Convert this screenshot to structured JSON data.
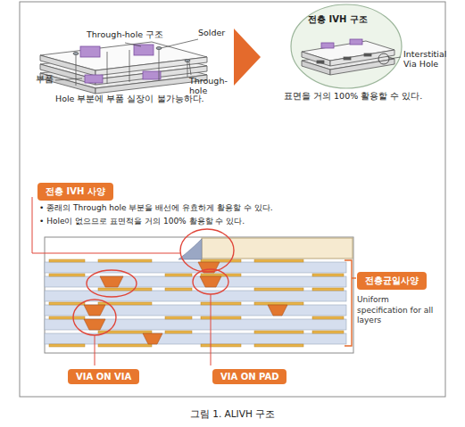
{
  "diagram": {
    "caption": "그림 1. ALIVH 구조",
    "nodes": [
      {
        "text": [
          "전층 IVH 사양"
        ]
      },
      {
        "text": [
          "전층균일사양",
          "Uniform specification for all layers"
        ]
      },
      {
        "text": [
          "VIA ON VIA"
        ]
      },
      {
        "text": [
          "VIA ON PAD"
        ]
      }
    ],
    "labels": [
      "Through-hole 구조",
      "Solder",
      "부품",
      "Through-hole",
      "Hole 부분에 부품 실장이 불가능하다.",
      "전층 IVH 구조",
      "Interstitial Via Hole",
      "표면을 거의 100% 활용할 수 있다.",
      "• 종래의 Through hole 부분을 배선에 유효하게 활용할 수 있다.",
      "• Hole이 없으므로 표면적을 거의 100% 활용할 수 있다."
    ]
  }
}
